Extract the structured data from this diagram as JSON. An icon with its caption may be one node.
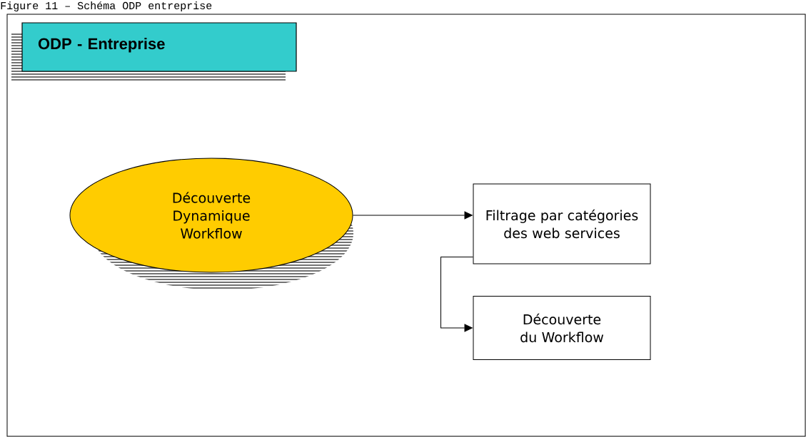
{
  "diagram": {
    "title": "Figure 11 – Schéma ODP entreprise",
    "nodes": [
      {
        "text": [
          "ODP - Entreprise"
        ]
      },
      {
        "text": [
          "Découverte Dynamique Workflow"
        ]
      },
      {
        "text": [
          "Filtrage par catégories des web services"
        ]
      },
      {
        "text": [
          "Découverte du Workflow"
        ]
      }
    ],
    "edges": [
      {
        "from": 1,
        "to": 2,
        "arrow": "to"
      },
      {
        "from": 2,
        "to": 3,
        "arrow": "to"
      }
    ]
  }
}
